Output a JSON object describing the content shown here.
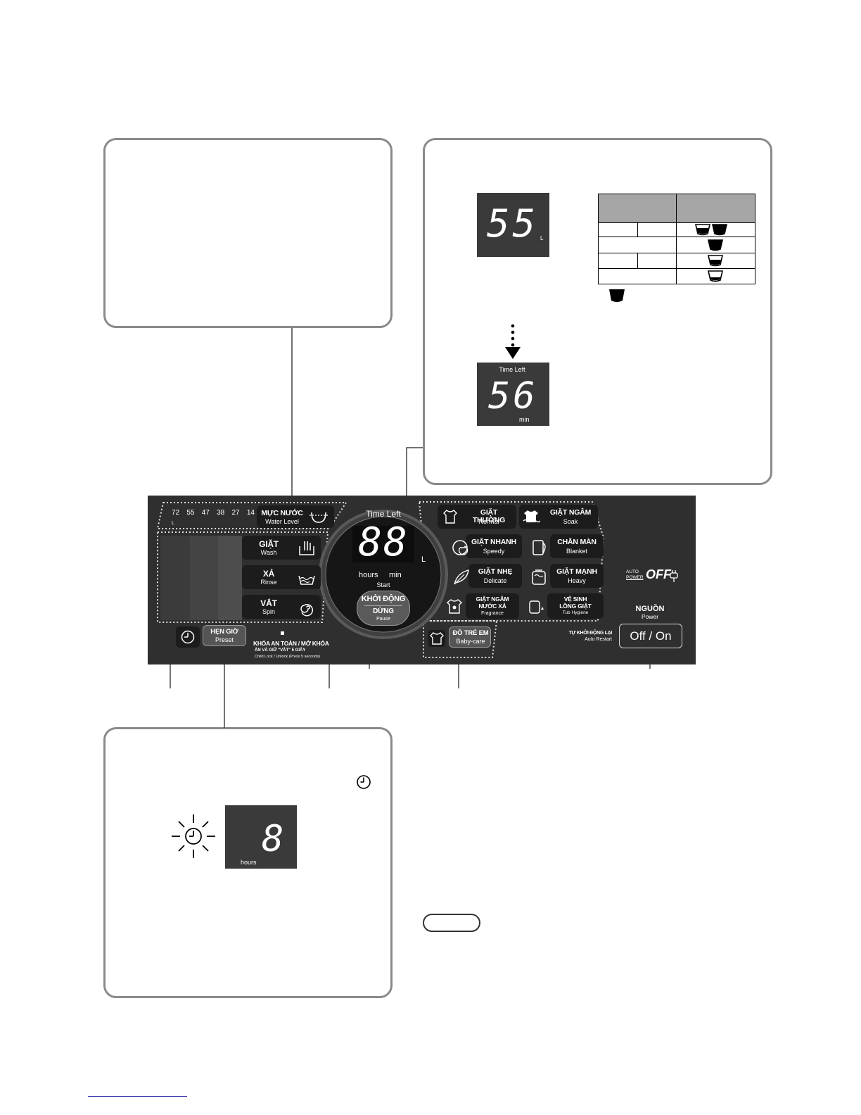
{
  "water_display": {
    "digits": "55",
    "unit": "L"
  },
  "time_display": {
    "label": "Time Left",
    "digits": "56",
    "unit": "min"
  },
  "preset_display": {
    "digit": "8",
    "unit": "hours"
  },
  "panel": {
    "water_levels": [
      "72",
      "55",
      "47",
      "38",
      "27",
      "14"
    ],
    "water_levels_unit": "L",
    "water_level_btn": {
      "vi": "MỰC NƯỚC",
      "en": "Water Level"
    },
    "wash_btn": {
      "vi": "GIẶT",
      "en": "Wash"
    },
    "rinse_btn": {
      "vi": "XẢ",
      "en": "Rinse"
    },
    "spin_btn": {
      "vi": "VẮT",
      "en": "Spin"
    },
    "time_left": "Time Left",
    "center_digits": "88",
    "center_unit": "L",
    "hours": "hours",
    "min": "min",
    "start_label": "Start",
    "start_btn": {
      "vi": "KHỞI ĐỘNG",
      "vi2": "DỪNG",
      "en": "Pause"
    },
    "programs": [
      {
        "vi": "GIẶT THƯỜNG",
        "en": "Normal"
      },
      {
        "vi": "GIẶT NGÂM",
        "en": "Soak"
      },
      {
        "vi": "GIẶT NHANH",
        "en": "Speedy"
      },
      {
        "vi": "CHĂN MÀN",
        "en": "Blanket"
      },
      {
        "vi": "GIẶT NHẸ",
        "en": "Delicate"
      },
      {
        "vi": "GIẶT MẠNH",
        "en": "Heavy"
      },
      {
        "vi": "GIẶT NGÂM",
        "vi2": "NƯỚC XẢ",
        "en": "Fragrance"
      },
      {
        "vi": "VỆ SINH",
        "vi2": "LỒNG GIẶT",
        "en": "Tub Hygiene"
      }
    ],
    "babycare_btn": {
      "vi": "ĐỒ TRẺ EM",
      "en": "Baby-care"
    },
    "preset_btn": {
      "vi": "HẸN GIỜ",
      "en": "Preset"
    },
    "childlock": {
      "line1": "KHÓA AN TOÀN / MỞ KHÓA",
      "line2": "ẤN VÀ GIỮ \"VẮT\" 5 GIÂY",
      "line3": "Child Lock / Unlock (Press 5 seconds)"
    },
    "auto_power": {
      "small1": "AUTO",
      "small2": "POWER",
      "big": "OFF"
    },
    "auto_restart": {
      "vi": "TỰ KHỞI ĐỘNG LẠI",
      "en": "Auto Restart"
    },
    "power": {
      "vi": "NGUỒN",
      "en": "Power",
      "btn": "Off / On"
    }
  }
}
